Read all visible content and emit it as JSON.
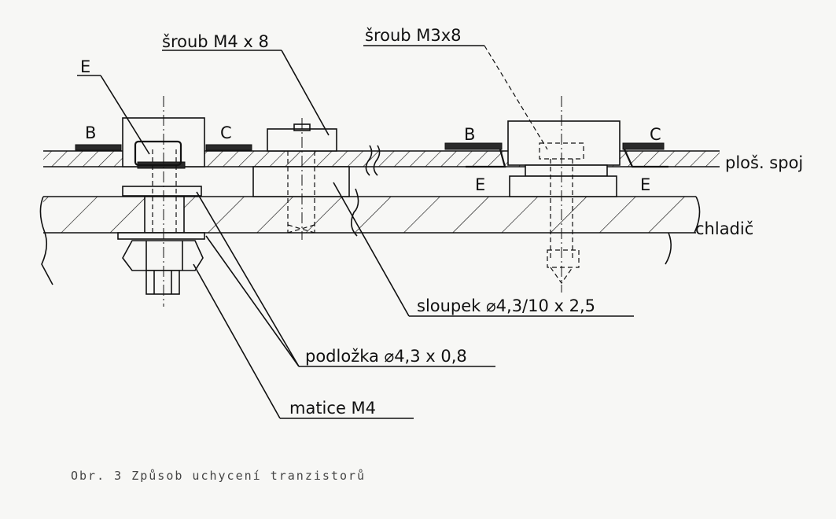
{
  "labels": {
    "screw_m4": "šroub M4 x 8",
    "screw_m3": "šroub M3x8",
    "e_left": "E",
    "b_left": "B",
    "c_left": "C",
    "b_right": "B",
    "c_right": "C",
    "e_right_a": "E",
    "e_right_b": "E",
    "pcb": "ploš. spoj",
    "heatsink": "chladič",
    "standoff": "sloupek ⌀4,3/10 x 2,5",
    "washer": "podložka ⌀4,3 x 0,8",
    "nut": "matice M4"
  },
  "caption": "Obr. 3   Způsob uchycení tranzistorů",
  "colors": {
    "ink": "#111111",
    "paper": "#f7f7f5"
  }
}
